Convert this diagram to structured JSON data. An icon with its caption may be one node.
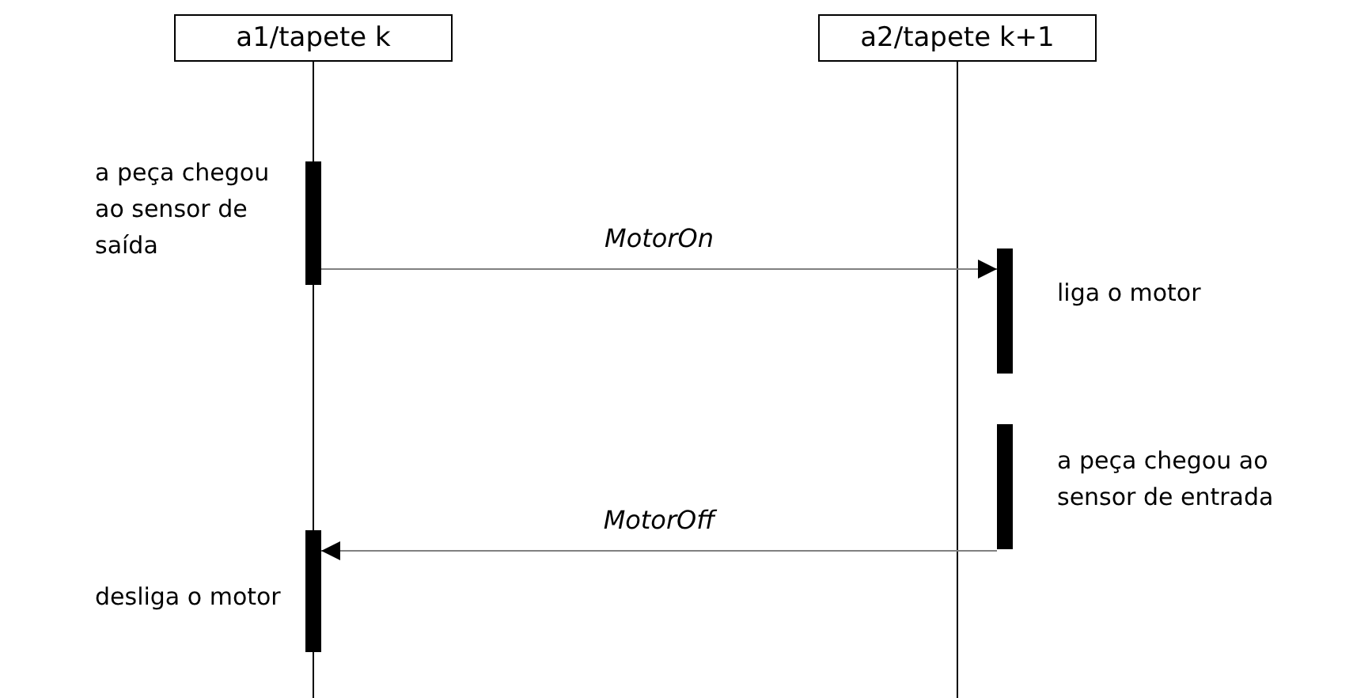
{
  "diagram": {
    "nodes": [
      {
        "text": [
          "a1/tapete k"
        ]
      },
      {
        "text": [
          "a2/tapete k+1"
        ]
      },
      {
        "text": [],
        "shape": "bar",
        "beside": [
          "a peça chegou ao sensor de saída"
        ]
      },
      {
        "text": [],
        "shape": "bar",
        "beside": [
          "liga o motor"
        ]
      },
      {
        "text": [],
        "shape": "bar",
        "beside": [
          "a peça chegou ao sensor de entrada"
        ]
      },
      {
        "text": [],
        "shape": "bar",
        "beside": [
          "desliga o motor"
        ]
      }
    ],
    "edges": [
      {
        "from": 2,
        "to": 3,
        "arrow": "to",
        "label": "MotorOn"
      },
      {
        "from": 4,
        "to": 5,
        "arrow": "to",
        "label": "MotorOff"
      }
    ]
  }
}
